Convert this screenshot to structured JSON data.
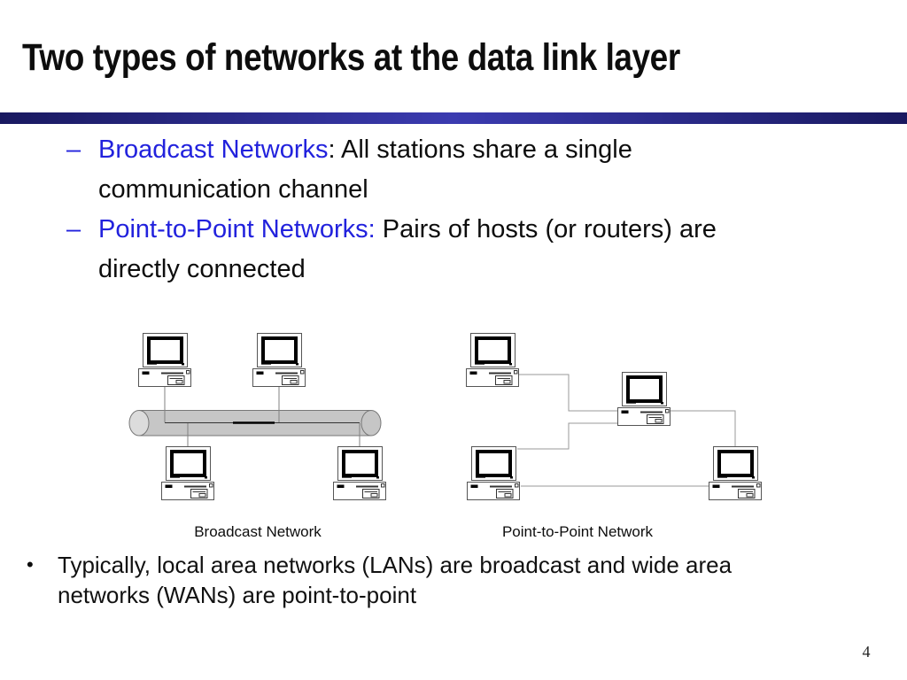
{
  "slide": {
    "title": "Two types of networks at the data link layer",
    "page_number": "4"
  },
  "bullets": [
    {
      "marker": "–",
      "lead": "Broadcast Networks",
      "line1_rest": ": All stations share a single",
      "line2": "communication channel"
    },
    {
      "marker": "–",
      "lead": "Point-to-Point Networks:",
      "line1_rest": " Pairs of hosts (or routers) are",
      "line2": "directly connected"
    }
  ],
  "diagram": {
    "broadcast_label": "Broadcast Network",
    "p2p_label": "Point-to-Point Network",
    "broadcast_computers": 4,
    "p2p_computers": 4,
    "p2p_links": [
      "top-left to middle",
      "bottom-left to middle",
      "middle to right",
      "bottom-left to right"
    ]
  },
  "note": {
    "marker": "•",
    "line1": "Typically, local area networks (LANs) are broadcast and wide area",
    "line2": "networks (WANs) are point-to-point"
  },
  "colors": {
    "accent_blue": "#2222dd",
    "bar_edge": "#191960",
    "bar_mid": "#3b3bb0",
    "cylinder_fill": "#c6c6c6",
    "cylinder_stroke": "#777777",
    "link_line": "#999999"
  }
}
